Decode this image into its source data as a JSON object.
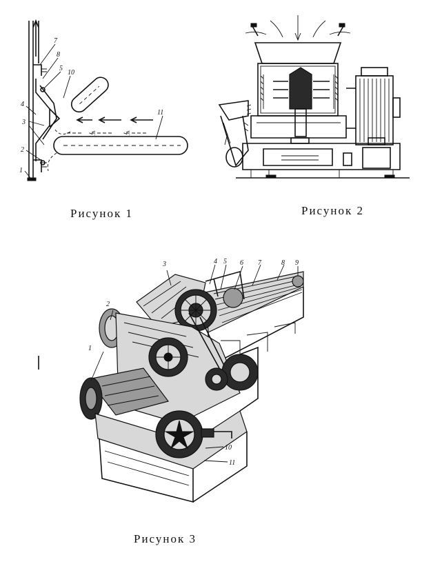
{
  "figures": [
    {
      "caption": "Рисунок 1",
      "labels": [
        "1",
        "2",
        "3",
        "4",
        "5",
        "7",
        "8",
        "10",
        "11"
      ]
    },
    {
      "caption": "Рисунок 2"
    },
    {
      "caption": "Рисунок 3",
      "labels": [
        "1",
        "2",
        "3",
        "4",
        "5",
        "6",
        "7",
        "8",
        "9",
        "10",
        "11"
      ]
    }
  ]
}
